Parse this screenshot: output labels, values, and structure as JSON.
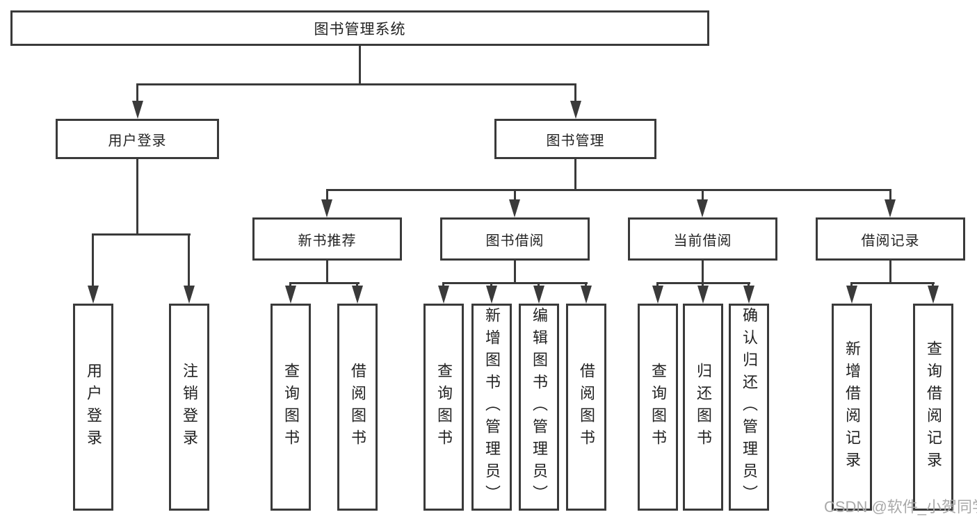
{
  "diagram": {
    "root": {
      "label": "图书管理系统"
    },
    "branches": [
      {
        "label": "用户登录",
        "children": [
          "用户登录",
          "注销登录"
        ]
      },
      {
        "label": "图书管理",
        "groups": [
          {
            "label": "新书推荐",
            "children": [
              "查询图书",
              "借阅图书"
            ]
          },
          {
            "label": "图书借阅",
            "children": [
              "查询图书",
              "新增图书（管理员）",
              "编辑图书（管理员）",
              "借阅图书"
            ]
          },
          {
            "label": "当前借阅",
            "children": [
              "查询图书",
              "归还图书",
              "确认归还（管理员）"
            ]
          },
          {
            "label": "借阅记录",
            "children": [
              "新增借阅记录",
              "查询借阅记录"
            ]
          }
        ]
      }
    ]
  },
  "watermark": {
    "text": "CSDN @软件_小贺同学",
    "color": "#a9a9a9"
  },
  "colors": {
    "line": "#3a3a3a",
    "text": "#222222",
    "background": "#ffffff"
  }
}
